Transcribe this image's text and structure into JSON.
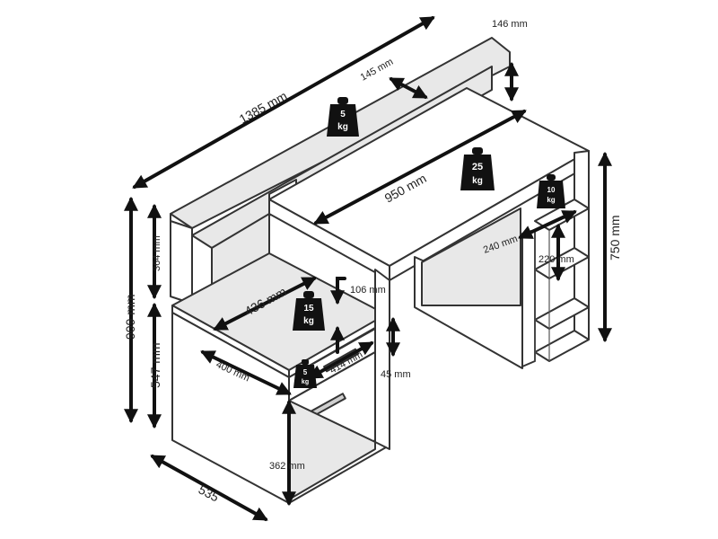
{
  "dimensions": {
    "total_width": "1385 mm",
    "top_shelf_depth": "145 mm",
    "top_shelf_height": "146 mm",
    "desk_width": "950 mm",
    "shelf_depth": "240 mm",
    "shelf_spacing": "220 mm",
    "desk_height": "750 mm",
    "upper_height": "364 mm",
    "total_height": "909 mm",
    "lower_height": "547 mm",
    "drawer_depth": "436 mm",
    "drawer_top_gap": "106 mm",
    "drawer_width": "414 mm",
    "drawer_height": "45 mm",
    "drawer_inner": "400 mm",
    "cabinet_inner_height": "362 mm",
    "depth": "535"
  },
  "weights": [
    {
      "value": "5",
      "unit": "kg"
    },
    {
      "value": "25",
      "unit": "kg"
    },
    {
      "value": "10",
      "unit": "kg"
    },
    {
      "value": "15",
      "unit": "kg"
    },
    {
      "value": "5",
      "unit": "kg"
    }
  ]
}
